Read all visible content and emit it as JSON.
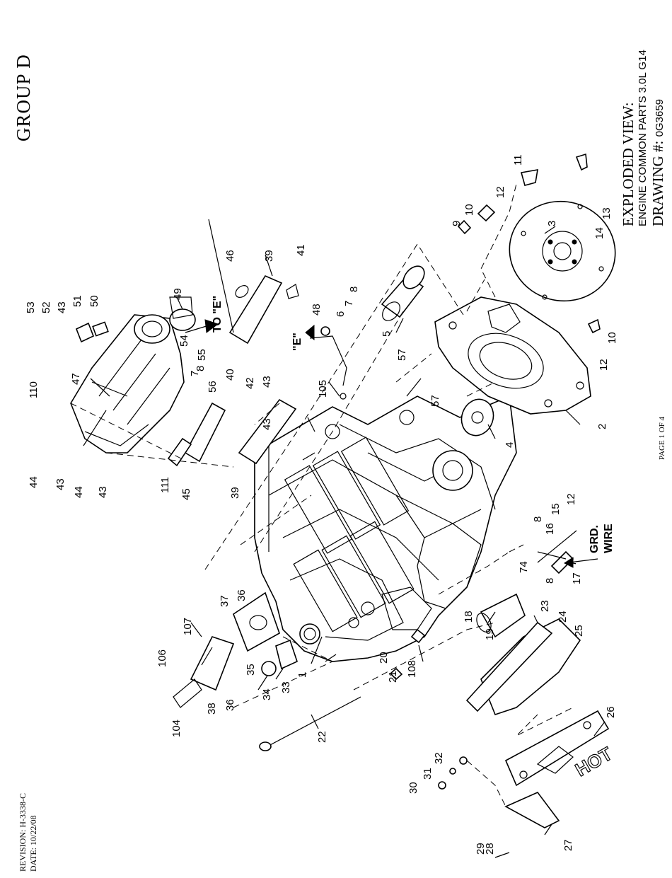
{
  "header": {
    "group": "GROUP D"
  },
  "title_block": {
    "line1": "EXPLODED VIEW:",
    "line2": "ENGINE COMMON PARTS 3.0L G14",
    "line3_label": "DRAWING #:",
    "line3_value": "0G3659"
  },
  "footer": {
    "page": "PAGE 1 OF 4",
    "revision": "REVISION: H-3338-C",
    "date": "DATE: 10/22/08"
  },
  "callouts": {
    "to_e": "TO \"E\"",
    "e_mark": "\"E\"",
    "grd_wire_1": "GRD.",
    "grd_wire_2": "WIRE",
    "numbers": [
      "1",
      "2",
      "3",
      "4",
      "5",
      "6",
      "7",
      "8",
      "9",
      "10",
      "11",
      "12",
      "13",
      "14",
      "15",
      "16",
      "17",
      "18",
      "19",
      "20",
      "21",
      "22",
      "23",
      "24",
      "25",
      "26",
      "27",
      "28",
      "29",
      "30",
      "31",
      "32",
      "33",
      "34",
      "35",
      "36",
      "37",
      "38",
      "39",
      "40",
      "41",
      "42",
      "43",
      "44",
      "45",
      "46",
      "47",
      "48",
      "49",
      "50",
      "51",
      "52",
      "53",
      "54",
      "55",
      "56",
      "57",
      "74",
      "104",
      "105",
      "106",
      "107",
      "108",
      "110",
      "111"
    ]
  }
}
